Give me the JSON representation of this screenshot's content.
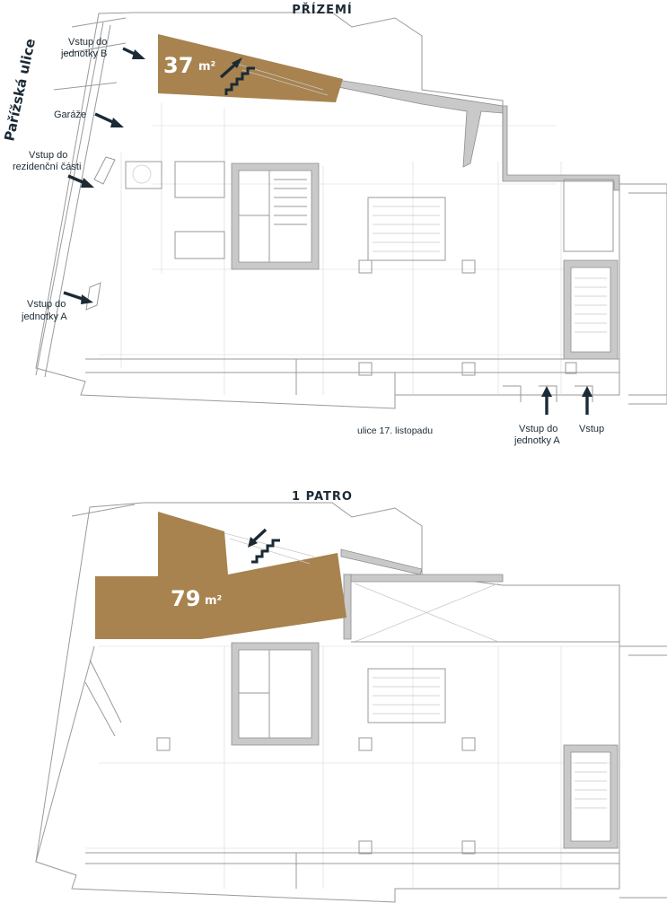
{
  "colors": {
    "unit_fill": "#a8834f",
    "text": "#1b2a35",
    "walls": "#9a9a9a"
  },
  "ground_floor": {
    "title": "PŘÍZEMÍ",
    "unit_area": "37",
    "unit_area_unit": "m²",
    "street_main": "Pařížská ulice",
    "street_bottom": "ulice 17. listopadu",
    "labels": {
      "entrance_b_line1": "Vstup do",
      "entrance_b_line2": "jednotky B",
      "garage": "Garáže",
      "residential_line1": "Vstup do",
      "residential_line2": "rezidenční části",
      "entrance_a_west_line1": "Vstup do",
      "entrance_a_west_line2": "jednotky A",
      "entrance_a_south_line1": "Vstup do",
      "entrance_a_south_line2": "jednotky A",
      "entrance_generic": "Vstup"
    },
    "icons": [
      "stairs-up-icon",
      "arrow-icon"
    ]
  },
  "first_floor": {
    "title": "1 PATRO",
    "unit_area": "79",
    "unit_area_unit": "m²",
    "icons": [
      "stairs-down-icon"
    ]
  }
}
